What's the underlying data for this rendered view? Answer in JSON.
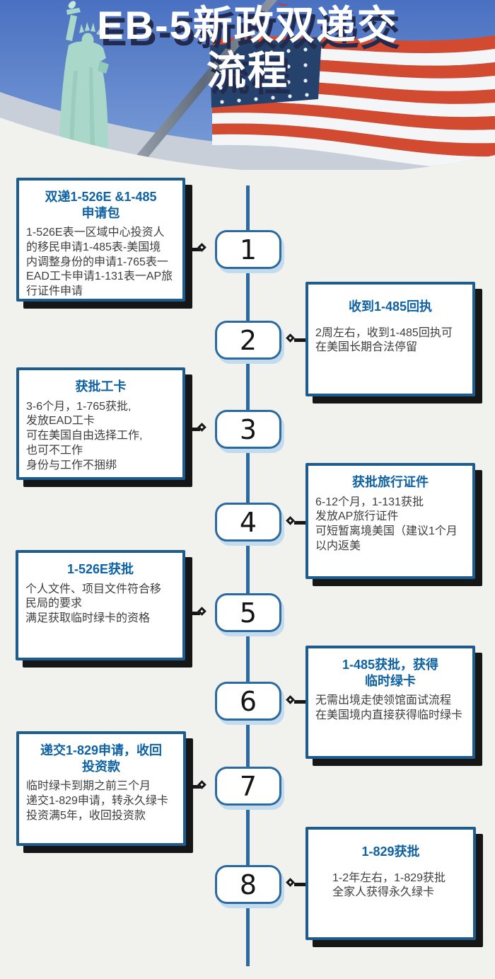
{
  "header": {
    "title_line1": "EB-5新政双递交",
    "title_line2": "流程",
    "icons": [
      "statue-of-liberty-illustration",
      "us-flag-illustration",
      "flag-pole-illustration",
      "red-artifact-mark"
    ]
  },
  "colors": {
    "sky_blue": "#4a71c1",
    "statue_teal": "#a9d8ca",
    "flag_red": "#d24a30",
    "flag_canton_blue": "#25426d",
    "band_gray": "#c9cfd8",
    "page_bg": "#f1f2ee",
    "title_shadow_navy": "#222a4e",
    "panel_border_blue": "#1e5c8e",
    "panel_title_blue": "#0e61a3",
    "body_text_gray": "#3e3e3e",
    "badge_blue": "#2a6aa0",
    "badge_shadow_blue": "#c4dbee",
    "shadow_black": "#161616"
  },
  "timeline": {
    "steps": [
      {
        "number": "1",
        "side": "left",
        "title": "双递1-526E &1-485\n申请包",
        "body": "1-526E表一区域中心投资人\n的移民申请1-485表-美国境\n内调整身份的申请1-765表一\nEAD工卡申请1-131表一AP旅\n行证件申请"
      },
      {
        "number": "2",
        "side": "right",
        "title": "收到1-485回执",
        "body": "2周左右，收到1-485回执可\n在美国长期合法停留"
      },
      {
        "number": "3",
        "side": "left",
        "title": "获批工卡",
        "body": "3-6个月，1-765获批,\n发放EAD工卡\n可在美国自由选择工作,\n也可不工作\n身份与工作不捆绑"
      },
      {
        "number": "4",
        "side": "right",
        "title": "获批旅行证件",
        "body": "6-12个月，1-131获批\n发放AP旅行证件\n可短暂离境美国（建议1个月\n以内返美"
      },
      {
        "number": "5",
        "side": "left",
        "title": "1-526E获批",
        "body": "个人文件、项目文件符合移\n民局的要求\n满足获取临时绿卡的资格"
      },
      {
        "number": "6",
        "side": "right",
        "title": "1-485获批，获得\n临时绿卡",
        "body": "无需出境走使领馆面试流程\n在美国境内直接获得临时绿卡"
      },
      {
        "number": "7",
        "side": "left",
        "title": "递交1-829申请，收回\n投资款",
        "body": "临时绿卡到期之前三个月\n递交1-829申请，转永久绿卡\n投资满5年，收回投资款"
      },
      {
        "number": "8",
        "side": "right",
        "title": "1-829获批",
        "body": "1-2年左右，1-829获批\n全家人获得永久绿卡"
      }
    ]
  }
}
